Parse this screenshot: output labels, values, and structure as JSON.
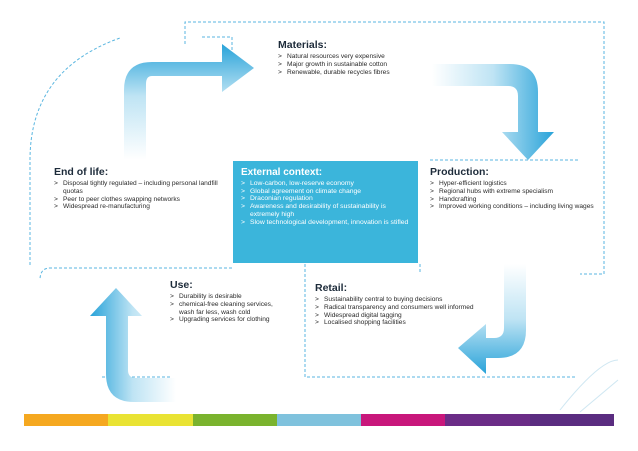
{
  "panels": {
    "materials": {
      "title": "Materials:",
      "items": [
        "Natural resources very expensive",
        "Major growth in sustainable cotton",
        "Renewable, durable recycles fibres"
      ]
    },
    "end_of_life": {
      "title": "End of life:",
      "items": [
        "Disposal tightly regulated – including personal landfill quotas",
        "Peer to peer clothes swapping networks",
        "Widespread re-manufacturing"
      ]
    },
    "context": {
      "title": "External context:",
      "items": [
        "Low-carbon, low-reserve economy",
        "Global agreement on climate change",
        "Draconian regulation",
        "Awareness and desirability of sustainability is extremely high",
        "Slow technological development, innovation is stifled"
      ]
    },
    "production": {
      "title": "Production:",
      "items": [
        "Hyper-efficient logistics",
        "Regional hubs with extreme specialism",
        "Handcrafting",
        "Improved working conditions – including living wages"
      ]
    },
    "use": {
      "title": "Use:",
      "items": [
        "Durability is desirable",
        "chemical-free cleaning services, wash far less, wash cold",
        "Upgrading services for clothing"
      ]
    },
    "retail": {
      "title": "Retail:",
      "items": [
        "Sustainability central to buying decisions",
        "Radical transparency and consumers well informed",
        "Widespread digital tagging",
        "Localised shopping facilities"
      ]
    }
  },
  "colors": {
    "arrow_light": "#eaf6fc",
    "arrow_dark": "#29a3d9",
    "dashed_border": "#5ab6e0",
    "context_fill": "#3bb5db",
    "stripe": [
      "#f5a820",
      "#e9e333",
      "#7ab32e",
      "#7fc2dd",
      "#c8177b",
      "#6b2c87",
      "#5a2c80"
    ]
  }
}
